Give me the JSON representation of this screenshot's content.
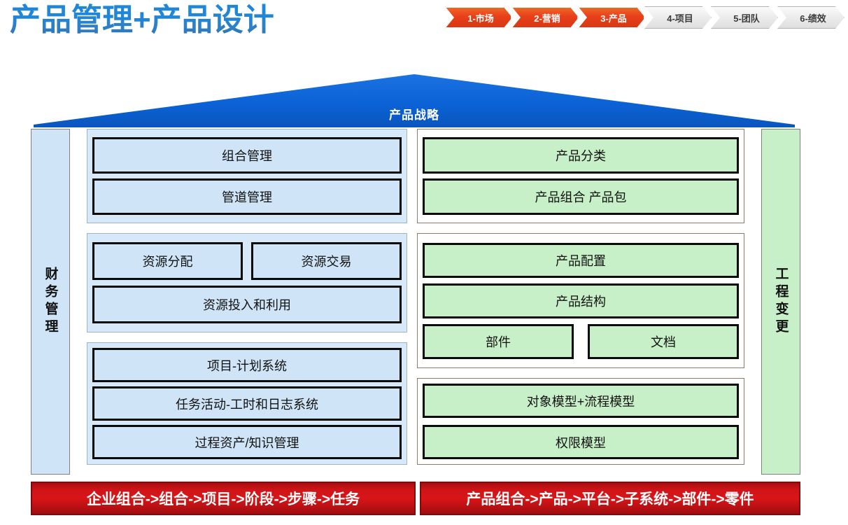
{
  "header": {
    "title": "产品管理+产品设计",
    "title_color": "#1f86d8",
    "steps": [
      {
        "label": "1-市场",
        "state": "active"
      },
      {
        "label": "2-营销",
        "state": "active"
      },
      {
        "label": "3-产品",
        "state": "active"
      },
      {
        "label": "4-项目",
        "state": "inactive"
      },
      {
        "label": "5-团队",
        "state": "inactive"
      },
      {
        "label": "6-绩效",
        "state": "inactive"
      }
    ],
    "active_color": "#e8401a",
    "inactive_color": "#ececec"
  },
  "roof": {
    "label": "产品战略",
    "color": "#0b62d6"
  },
  "pillars": {
    "left": {
      "label": "财务管理",
      "color": "#cfe5f7"
    },
    "right": {
      "label": "工程变更",
      "color": "#c8f0c8"
    }
  },
  "blue_column": {
    "color": "#cfe5f7",
    "groups": [
      {
        "rows": [
          [
            "组合管理"
          ],
          [
            "管道管理"
          ]
        ]
      },
      {
        "rows": [
          [
            "资源分配",
            "资源交易"
          ],
          [
            "资源投入和利用"
          ]
        ]
      },
      {
        "rows": [
          [
            "项目-计划系统"
          ],
          [
            "任务活动-工时和日志系统"
          ],
          [
            "过程资产/知识管理"
          ]
        ]
      }
    ]
  },
  "green_column": {
    "color": "#c8f0c8",
    "groups": [
      {
        "rows": [
          [
            "产品分类"
          ],
          [
            "产品组合 产品包"
          ]
        ]
      },
      {
        "rows": [
          [
            "产品配置"
          ],
          [
            "产品结构"
          ],
          [
            "部件",
            "文档"
          ]
        ]
      },
      {
        "rows": [
          [
            "对象模型+流程模型"
          ],
          [
            "权限模型"
          ]
        ]
      }
    ]
  },
  "footer": {
    "color": "#d81518",
    "left_bar": "企业组合->组合->项目->阶段->步骤->任务",
    "right_bar": "产品组合->产品->平台->子系统->部件->零件"
  }
}
